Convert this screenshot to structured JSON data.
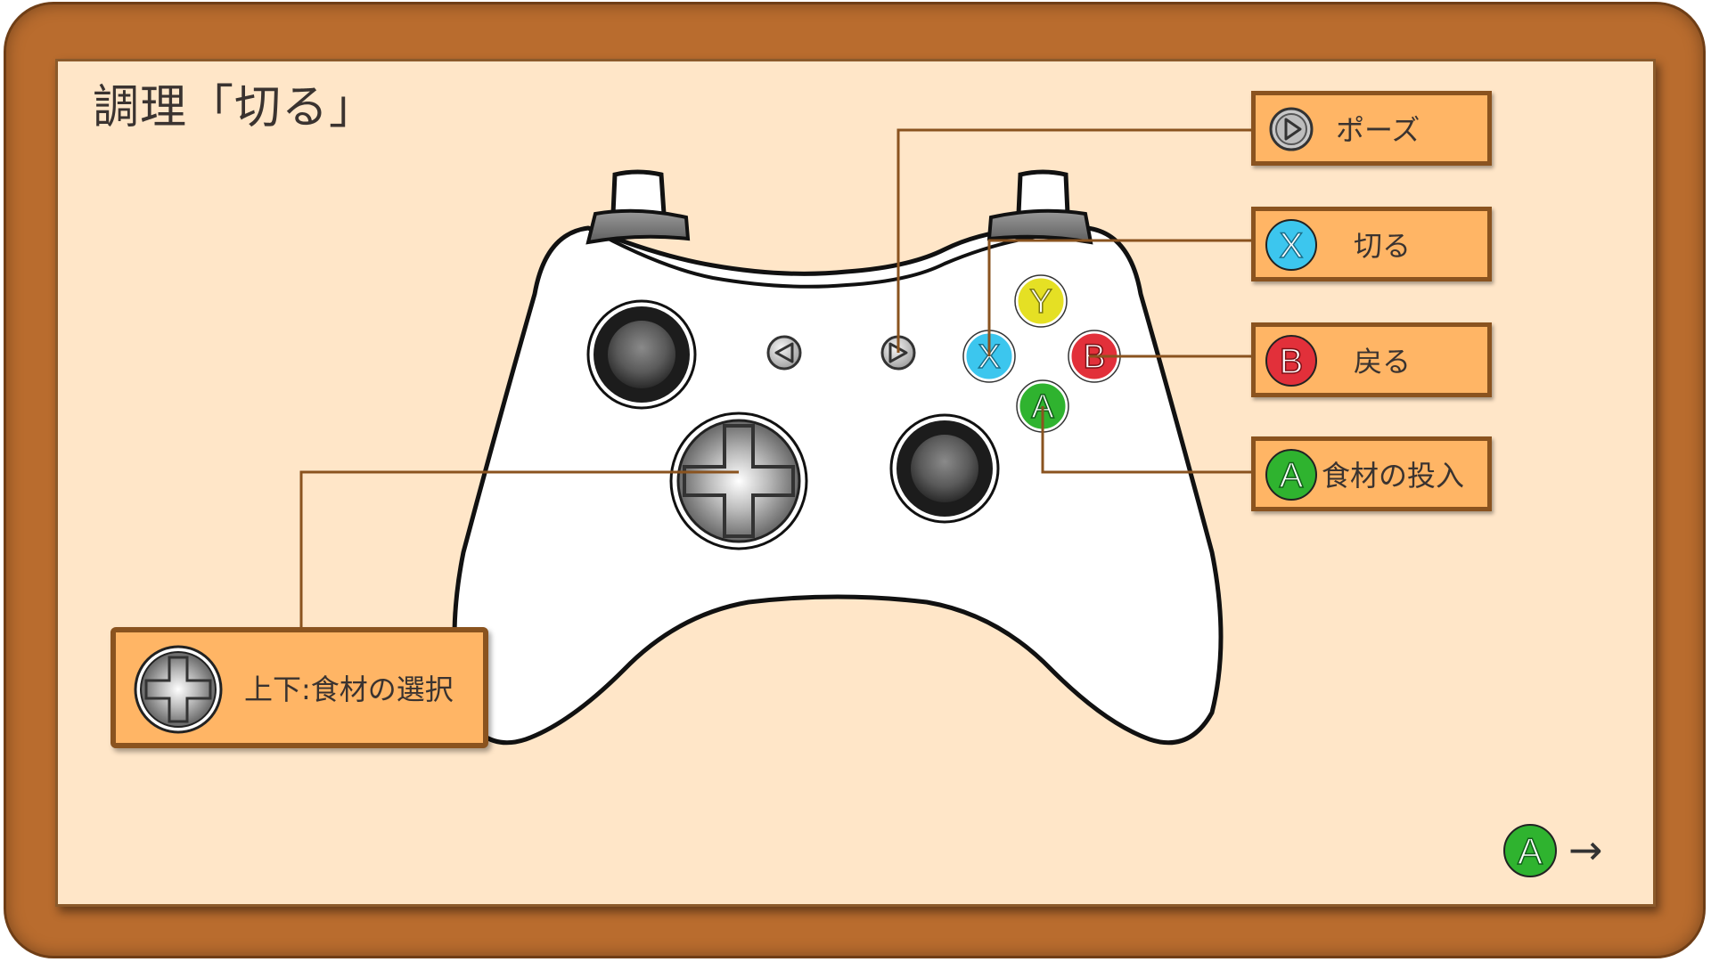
{
  "page": {
    "title": "調理「切る」"
  },
  "controller": {
    "face_buttons": [
      {
        "name": "Y",
        "letter": "Y",
        "color": "#e5e024"
      },
      {
        "name": "X",
        "letter": "X",
        "color": "#3cc6ee"
      },
      {
        "name": "B",
        "letter": "B",
        "color": "#e2303a"
      },
      {
        "name": "A",
        "letter": "A",
        "color": "#2fb32f"
      }
    ]
  },
  "labels": {
    "pause": {
      "text": "ポーズ",
      "icon": "start-button-icon"
    },
    "cut": {
      "text": "切る",
      "icon": "x-button-icon",
      "letter": "X"
    },
    "back": {
      "text": "戻る",
      "icon": "b-button-icon",
      "letter": "B"
    },
    "insert": {
      "text": "食材の投入",
      "icon": "a-button-icon",
      "letter": "A"
    },
    "select": {
      "text": "上下:食材の選択",
      "icon": "dpad-icon"
    }
  },
  "next_hint": {
    "letter": "A",
    "arrow": "→",
    "icon": "a-button-icon"
  },
  "colors": {
    "frame": "#b96c2e",
    "panel": "#ffe6c8",
    "label_bg": "#ffb565",
    "label_border": "#8a531f",
    "leader_line": "#8a531f"
  }
}
